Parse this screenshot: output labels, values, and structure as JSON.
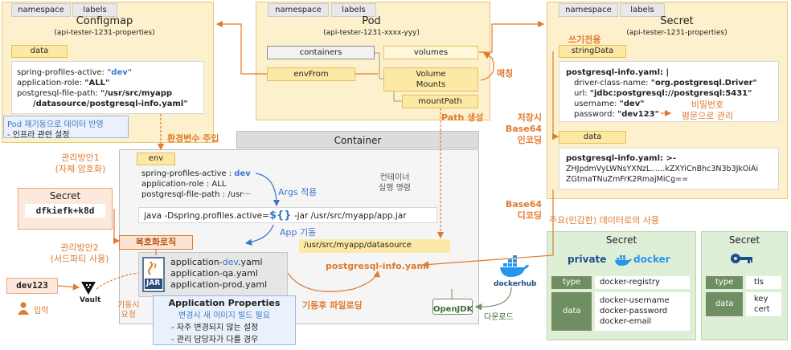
{
  "configmap": {
    "tab_namespace": "namespace",
    "tab_labels": "labels",
    "title": "Configmap",
    "subtitle": "(api-tester-1231-properties)",
    "data_label": "data",
    "line1_key": "spring-profiles-active: ",
    "line1_val": "\"dev\"",
    "line2_key": "application-role: ",
    "line2_val": "\"ALL\"",
    "line3_key": "postgresql-file-path: ",
    "line3_val": "\"/usr/src/myapp",
    "line4_val": "/datasource/postgresql-info.yaml\"",
    "note_title": "Pod 재기동으로 데이터 반영",
    "note_item": "- 인프라 관련 설정"
  },
  "pod": {
    "tab_namespace": "namespace",
    "tab_labels": "labels",
    "title": "Pod",
    "subtitle": "(api-tester-1231-xxxx-yyy)",
    "containers": "containers",
    "volumes": "volumes",
    "envfrom": "envFrom",
    "volume_mounts_1": "Volume",
    "volume_mounts_2": "Mounts",
    "mountpath": "mountPath",
    "matching": "매칭",
    "path_create": "Path 생성",
    "env_inject": "환경변수 주입"
  },
  "secret": {
    "tab_namespace": "namespace",
    "tab_labels": "labels",
    "title": "Secret",
    "subtitle": "(api-tester-1231-properties)",
    "write_only": "쓰기전용",
    "stringdata_label": "stringData",
    "sd_line1": "postgresql-info.yaml: |",
    "sd_line2_key": "driver-class-name: ",
    "sd_line2_val": "\"org.postgresql.Driver\"",
    "sd_line3_key": "url: ",
    "sd_line3_val": "\"jdbc:postgresql://postgresql:5431\"",
    "sd_line4_key": "username: ",
    "sd_line4_val": "\"dev\"",
    "sd_line5_key": "password: ",
    "sd_line5_val": "\"dev123\"",
    "plain_note_1": "비밀번호",
    "plain_note_2": "평문으로 관리",
    "save_label_1": "저장시",
    "save_label_2": "Base64",
    "save_label_3": "인코딩",
    "data_label": "data",
    "d_line1": "postgresql-info.yaml: >-",
    "d_line2": "ZHJpdmVyLWNsYXNzL......kZXYiCnBhc3N3b3JkOiAi",
    "d_line3": "ZGtmaTNuZmFrK2RmajMiCg==",
    "decode_label_1": "Base64",
    "decode_label_2": "디코딩"
  },
  "container": {
    "title": "Container",
    "env_label": "env",
    "env_line1_key": "spring-profiles-active : ",
    "env_line1_val": "dev",
    "env_line2": "application-role : ALL",
    "env_line3": "postgresql-file-path : /usr···",
    "args_apply": "Args 적용",
    "run_cmd_1": "컨테이너",
    "run_cmd_2": "실행 명령",
    "java_cmd_pre": "java -Dspring.profiles.active=",
    "java_cmd_var": "${}",
    "java_cmd_post": " -jar /usr/src/myapp/app.jar",
    "app_start": "App 기동",
    "datasource_path": "/usr/src/myapp/datasource",
    "postgresql_file": "postgresql-info.yaml",
    "jar_label": "JAR",
    "app_dev_pre": "application-",
    "app_dev_mid": "dev",
    "app_dev_post": ".yaml",
    "app_qa": "application-qa.yaml",
    "app_prod": "application-prod.yaml",
    "decrypt_logic": "복호화로직",
    "file_load": "기동후 파일로딩",
    "startup_request_1": "기동시",
    "startup_request_2": "요청"
  },
  "left": {
    "plan1_1": "관리방안1",
    "plan1_2": "(자체 암호화)",
    "secret_title": "Secret",
    "secret_value": "dfkiefk+k8d",
    "plan2_1": "관리방안2",
    "plan2_2": "(서드파티 사용)",
    "dev_value": "dev123",
    "input_label": "입력",
    "vault_label": "Vault"
  },
  "app_props": {
    "title": "Application Properties",
    "subtitle": "변경시 새 이미지 빌드 필요",
    "item1": "- 자주 변경되지 않는 설정",
    "item2": "- 관리 담당자가 다를 경우"
  },
  "bottom": {
    "openjdk": "OpenJDK",
    "dockerhub": "dockerhub",
    "download": "다운로드",
    "usage_title": "주요(민감한) 데이터로의 사용",
    "secret1_title": "Secret",
    "private_label": "private",
    "docker_label": "docker",
    "s1_type_key": "type",
    "s1_type_val": "docker-registry",
    "s1_data_key": "data",
    "s1_data_1": "docker-username",
    "s1_data_2": "docker-password",
    "s1_data_3": "docker-email",
    "secret2_title": "Secret",
    "s2_type_key": "type",
    "s2_type_val": "tls",
    "s2_data_key": "data",
    "s2_data_1": "key",
    "s2_data_2": "cert"
  },
  "colors": {
    "orange": "#e07a2e",
    "blue": "#3b78c9",
    "yellow_panel": "#fdf0cc",
    "yellow_box": "#fde9a6",
    "green_panel": "#dfeed7",
    "green_dark": "#6f8f62",
    "docker_blue": "#2496ed"
  }
}
